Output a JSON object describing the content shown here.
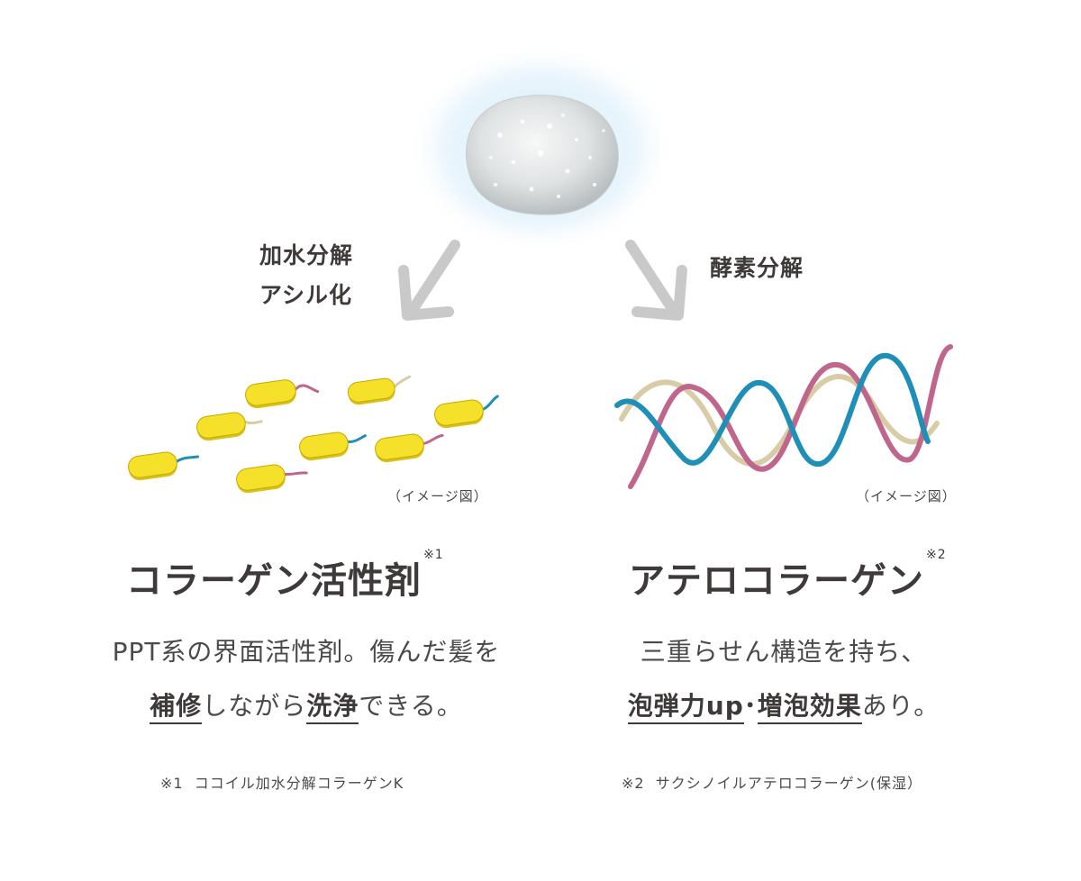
{
  "labels": {
    "left_arrow_line1": "加水分解",
    "left_arrow_line2": "アシル化",
    "right_arrow": "酵素分解"
  },
  "left": {
    "caption": "（イメージ図）",
    "title": "コラーゲン活性剤",
    "title_mark": "※1",
    "desc_line1": "PPT系の界面活性剤。傷んだ髪を",
    "desc_line2_a": "補修",
    "desc_line2_b": "しながら",
    "desc_line2_c": "洗浄",
    "desc_line2_d": "できる。",
    "note": "※1  ココイル加水分解コラーゲンK"
  },
  "right": {
    "caption": "（イメージ図）",
    "title": "アテロコラーゲン",
    "title_mark": "※2",
    "desc_line1": "三重らせん構造を持ち、",
    "desc_line2_a": "泡弾力up",
    "desc_line2_b": "･",
    "desc_line2_c": "増泡効果",
    "desc_line2_d": "あり。",
    "note": "※2  サクシノイルアテロコラーゲン(保湿）"
  },
  "colors": {
    "arrow": "#c9c9c9",
    "capsule": "#f5e02a",
    "helix_blue": "#1f8fb8",
    "helix_pink": "#c0658c",
    "helix_beige": "#d8cca6"
  }
}
